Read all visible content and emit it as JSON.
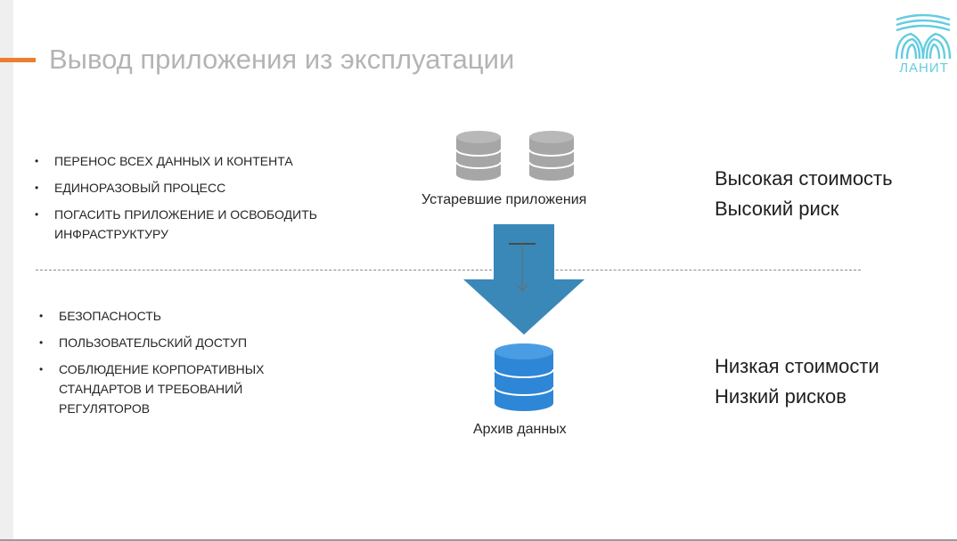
{
  "slide": {
    "title": "Вывод приложения из эксплуатации"
  },
  "logo": {
    "text": "ЛАНИТ",
    "color": "#64cce0"
  },
  "top_section": {
    "bullets": [
      "ПЕРЕНОС ВСЕХ ДАННЫХ И КОНТЕНТА",
      "ЕДИНОРАЗОВЫЙ ПРОЦЕСС",
      "ПОГАСИТЬ ПРИЛОЖЕНИЕ И ОСВОБОДИТЬ ИНФРАСТРУКТУРУ"
    ],
    "db_label": "Устаревшие приложения",
    "cost_line1": "Высокая стоимость",
    "cost_line2": "Высокий риск"
  },
  "bottom_section": {
    "bullets": [
      "БЕЗОПАСНОСТЬ",
      "ПОЛЬЗОВАТЕЛЬСКИЙ ДОСТУП",
      "СОБЛЮДЕНИЕ КОРПОРАТИВНЫХ СТАНДАРТОВ И ТРЕБОВАНИЙ РЕГУЛЯТОРОВ"
    ],
    "db_label": "Архив данных",
    "cost_line1": "Низкая стоимости",
    "cost_line2": "Низкий рисков"
  },
  "colors": {
    "accent": "#ed7d31",
    "arrow": "#3a88b8",
    "legacy_db": "#a6a6a6",
    "archive_db": "#2e86d6",
    "title": "#b4b4b4"
  },
  "icons": {
    "legacy_db_icon": "database-icon",
    "archive_db_icon": "database-icon",
    "transfer_arrow": "down-arrow-icon",
    "logo_icon": "lanit-logo-icon"
  }
}
